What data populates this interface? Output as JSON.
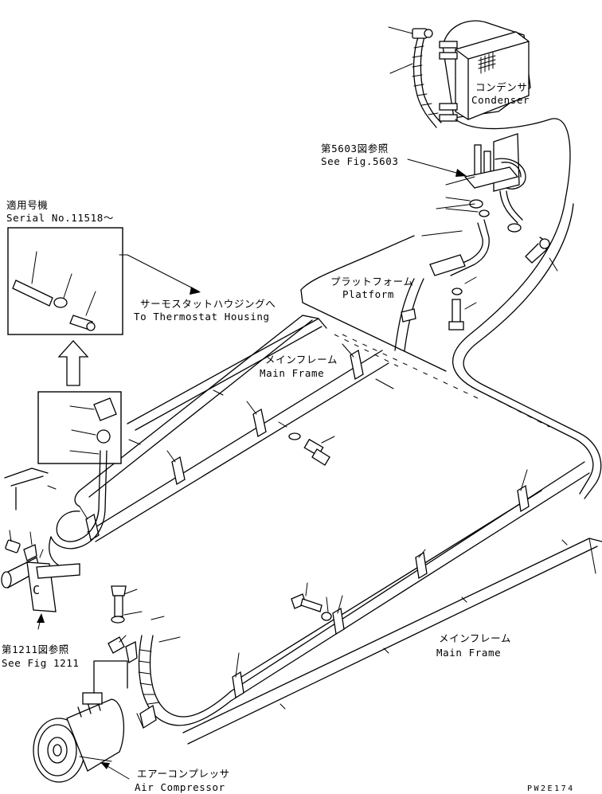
{
  "labels": {
    "condenser_jp": "コンデンサ",
    "condenser_en": "Condenser",
    "fig5603_jp": "第5603図参照",
    "fig5603_en": "See Fig.5603",
    "serial_jp": "適用号機",
    "serial_en": "Serial No.11518～",
    "thermostat_jp": "サーモスタットハウジングへ",
    "thermostat_en": "To Thermostat Housing",
    "platform_jp": "プラットフォーム",
    "platform_en": "Platform",
    "mainframe_top_jp": "メインフレーム",
    "mainframe_top_en": "Main Frame",
    "mainframe_bottom_jp": "メインフレーム",
    "mainframe_bottom_en": "Main Frame",
    "fig1211_jp": "第1211図参照",
    "fig1211_en": "See Fig 1211",
    "compressor_jp": "エアーコンプレッサ",
    "compressor_en": "Air Compressor",
    "callout_c": "C",
    "drawing_code": "PW2E174"
  }
}
